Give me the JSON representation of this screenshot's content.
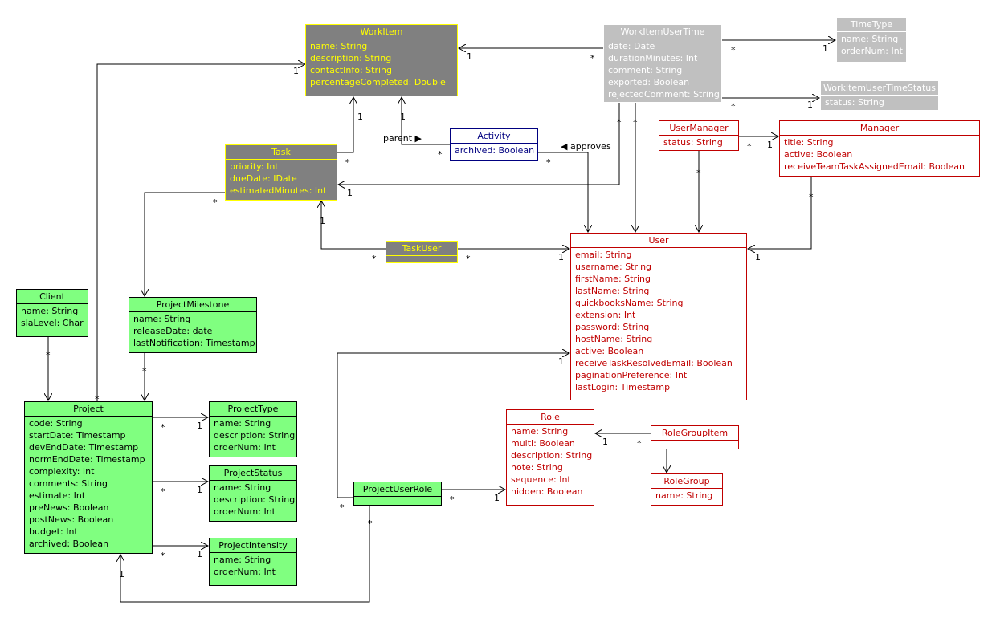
{
  "classes": {
    "workitem": {
      "name": "WorkItem",
      "attrs": [
        "name: String",
        "description: String",
        "contactInfo: String",
        "percentageCompleted: Double"
      ]
    },
    "workitemusertime": {
      "name": "WorkItemUserTime",
      "attrs": [
        "date: Date",
        "durationMinutes: Int",
        "comment: String",
        "exported: Boolean",
        "rejectedComment: String"
      ]
    },
    "timetype": {
      "name": "TimeType",
      "attrs": [
        "name: String",
        "orderNum: Int"
      ]
    },
    "workitemusertimestatus": {
      "name": "WorkItemUserTimeStatus",
      "attrs": [
        "status: String"
      ]
    },
    "task": {
      "name": "Task",
      "attrs": [
        "priority: Int",
        "dueDate: IDate",
        "estimatedMinutes: Int"
      ]
    },
    "activity": {
      "name": "Activity",
      "attrs": [
        "archived: Boolean"
      ]
    },
    "usermanager": {
      "name": "UserManager",
      "attrs": [
        "status: String"
      ]
    },
    "manager": {
      "name": "Manager",
      "attrs": [
        "title: String",
        "active: Boolean",
        "receiveTeamTaskAssignedEmail: Boolean"
      ]
    },
    "taskuser": {
      "name": "TaskUser",
      "attrs": []
    },
    "user": {
      "name": "User",
      "attrs": [
        "email: String",
        "username: String",
        "firstName: String",
        "lastName: String",
        "quickbooksName: String",
        "extension: Int",
        "password: String",
        "hostName: String",
        "active: Boolean",
        "receiveTaskResolvedEmail: Boolean",
        "paginationPreference: Int",
        "lastLogin: Timestamp"
      ]
    },
    "client": {
      "name": "Client",
      "attrs": [
        "name: String",
        "slaLevel: Char"
      ]
    },
    "projectmilestone": {
      "name": "ProjectMilestone",
      "attrs": [
        "name: String",
        "releaseDate: date",
        "lastNotification: Timestamp"
      ]
    },
    "project": {
      "name": "Project",
      "attrs": [
        "code: String",
        "startDate: Timestamp",
        "devEndDate: Timestamp",
        "normEndDate: Timestamp",
        "complexity: Int",
        "comments: String",
        "estimate: Int",
        "preNews: Boolean",
        "postNews: Boolean",
        "budget: Int",
        "archived: Boolean"
      ]
    },
    "projecttype": {
      "name": "ProjectType",
      "attrs": [
        "name: String",
        "description: String",
        "orderNum: Int"
      ]
    },
    "projectstatus": {
      "name": "ProjectStatus",
      "attrs": [
        "name: String",
        "description: String",
        "orderNum: Int"
      ]
    },
    "projectintensity": {
      "name": "ProjectIntensity",
      "attrs": [
        "name: String",
        "orderNum: Int"
      ]
    },
    "role": {
      "name": "Role",
      "attrs": [
        "name: String",
        "multi: Boolean",
        "description: String",
        "note: String",
        "sequence: Int",
        "hidden: Boolean"
      ]
    },
    "rolegroupitem": {
      "name": "RoleGroupItem",
      "attrs": []
    },
    "rolegroup": {
      "name": "RoleGroup",
      "attrs": [
        "name: String"
      ]
    },
    "projectuserrole": {
      "name": "ProjectUserRole",
      "attrs": []
    }
  },
  "labels": {
    "parent": "parent ▶",
    "approves": "◀ approves"
  },
  "multiplicity_one": "1",
  "multiplicity_many": "*",
  "colors": {
    "yellow_group_fill": "#808080",
    "yellow_group_text": "#ffff00",
    "grey_group_fill": "#c0c0c0",
    "grey_group_text": "#ffffff",
    "red_group_border": "#c00000",
    "green_group_fill": "#80ff80",
    "blue_group_border": "#000080",
    "wire": "#000000"
  }
}
